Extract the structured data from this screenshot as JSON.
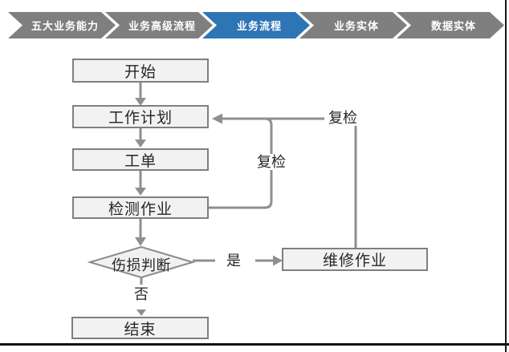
{
  "breadcrumb": {
    "items": [
      {
        "label": "五大业务能力",
        "active": false
      },
      {
        "label": "业务高级流程",
        "active": false
      },
      {
        "label": "业务流程",
        "active": true
      },
      {
        "label": "业务实体",
        "active": false
      },
      {
        "label": "数据实体",
        "active": false
      }
    ],
    "active_color": "#2E75B6",
    "inactive_color": "#7F7F7F"
  },
  "flowchart": {
    "nodes": {
      "start": "开始",
      "work_plan": "工作计划",
      "work_order": "工单",
      "inspection": "检测作业",
      "damage_decision": "伤损判断",
      "repair": "维修作业",
      "end": "结束"
    },
    "edge_labels": {
      "recheck_inner": "复检",
      "recheck_outer": "复检",
      "yes": "是",
      "no": "否"
    },
    "colors": {
      "node_fill": "#F2F2F2",
      "node_border": "#7F7F7F",
      "connector": "#8F8F8F"
    }
  }
}
